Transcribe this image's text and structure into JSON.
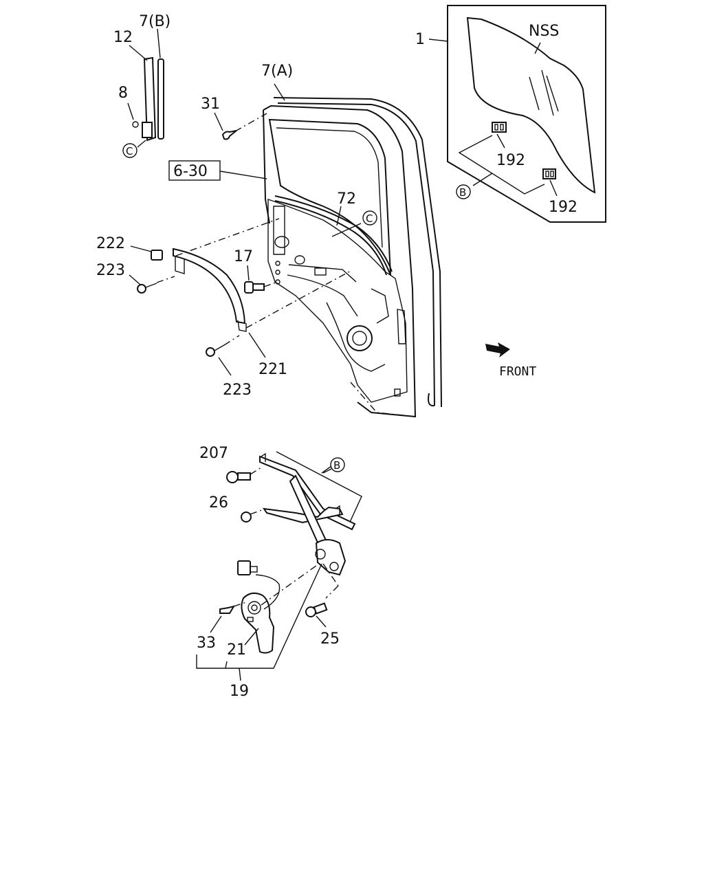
{
  "labels": {
    "part_1": "1",
    "nss": "NSS",
    "part_7b": "7(B)",
    "part_12": "12",
    "part_8": "8",
    "part_7a": "7(A)",
    "part_31": "31",
    "ref_6_30": "6-30",
    "part_72": "72",
    "part_222": "222",
    "part_223_upper": "223",
    "part_17": "17",
    "part_221": "221",
    "part_223_lower": "223",
    "part_192_upper": "192",
    "part_192_lower": "192",
    "front": "FRONT",
    "part_207": "207",
    "part_26": "26",
    "part_33": "33",
    "part_21": "21",
    "part_25": "25",
    "part_19": "19"
  },
  "callouts": {
    "b_glass": "B",
    "c_door": "C",
    "c_channel": "C",
    "b_regulator": "B"
  }
}
